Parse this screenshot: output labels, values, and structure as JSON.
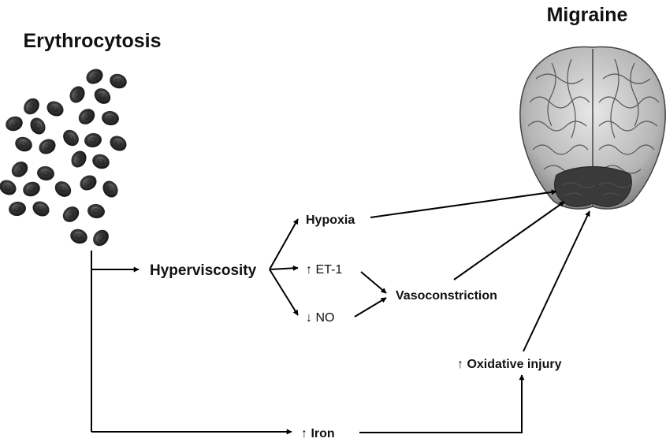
{
  "titles": {
    "left": "Erythrocytosis",
    "right": "Migraine"
  },
  "nodes": {
    "hyperviscosity": "Hyperviscosity",
    "hypoxia": "Hypoxia",
    "et1": "↑ ET-1",
    "no": "↓ NO",
    "vasoconstriction": "Vasoconstriction",
    "oxidative": "↑ Oxidative injury",
    "iron": "↑ Iron"
  },
  "images": {
    "blood_cells": "red-blood-cells",
    "brain": "brain-illustration"
  },
  "edges": [
    {
      "from": "erythrocytosis",
      "to": "hyperviscosity"
    },
    {
      "from": "erythrocytosis",
      "to": "iron"
    },
    {
      "from": "hyperviscosity",
      "to": "hypoxia"
    },
    {
      "from": "hyperviscosity",
      "to": "et1"
    },
    {
      "from": "hyperviscosity",
      "to": "no"
    },
    {
      "from": "et1",
      "to": "vasoconstriction"
    },
    {
      "from": "no",
      "to": "vasoconstriction"
    },
    {
      "from": "hypoxia",
      "to": "migraine"
    },
    {
      "from": "vasoconstriction",
      "to": "migraine"
    },
    {
      "from": "iron",
      "to": "oxidative"
    },
    {
      "from": "oxidative",
      "to": "migraine"
    }
  ]
}
